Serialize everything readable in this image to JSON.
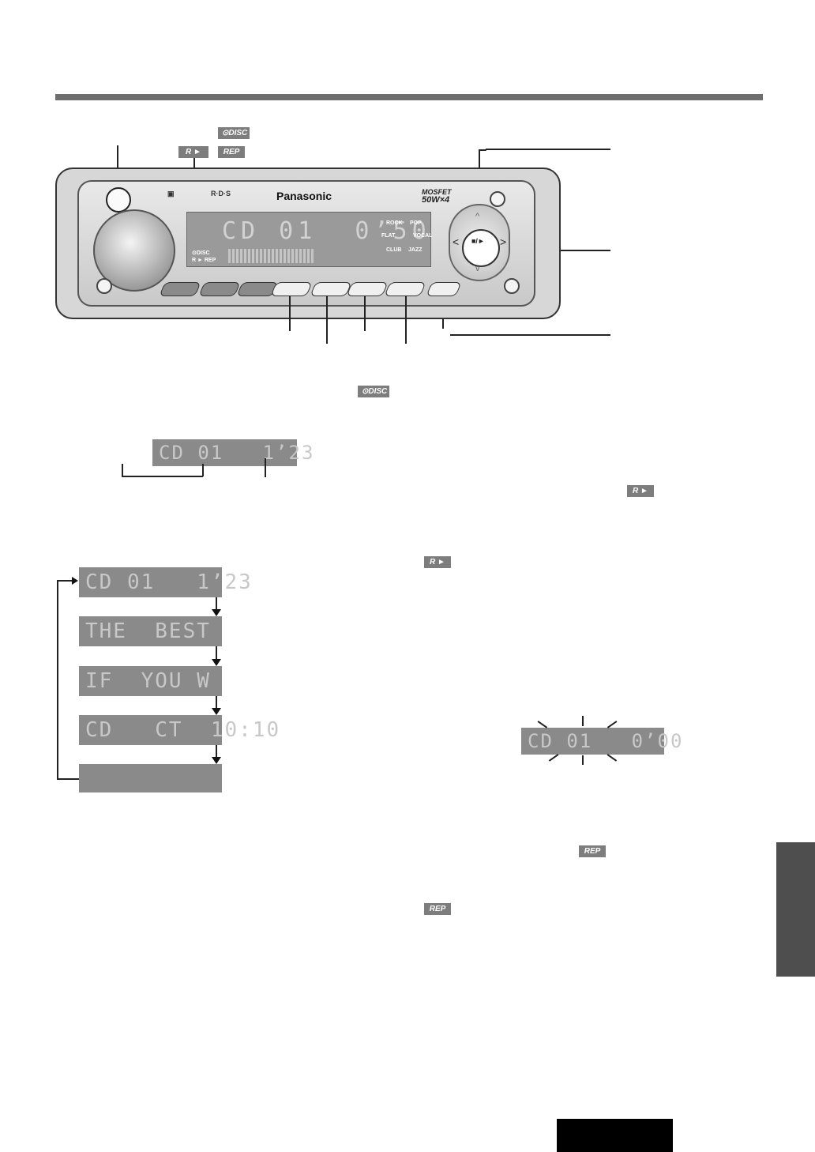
{
  "header": {
    "rule_color": "#6e6e6e"
  },
  "tags": {
    "disc": "⊙DISC",
    "random": "R ►",
    "repeat": "REP"
  },
  "unit": {
    "brand": "Panasonic",
    "mosfet": "MOSFET",
    "power_rating": "50W×4",
    "rds_logo": "R·D·S",
    "lcd_text": "CD 01  0’50",
    "lcd_disc_label": "⊙DISC",
    "lcd_mode_labels": "R ►  REP",
    "eq_modes": [
      "ROCK",
      "POP",
      "FLAT",
      "VOCAL",
      "CLUB",
      "JAZZ"
    ]
  },
  "display_example": {
    "text": "CD 01   1’23"
  },
  "cycle_displays": [
    {
      "text": "CD 01   1’23"
    },
    {
      "text": "THE  BEST"
    },
    {
      "text": "IF  YOU W"
    },
    {
      "text": "CD   CT  10:10"
    },
    {
      "text": ""
    }
  ],
  "blink_display": {
    "text": "CD 01   0’00"
  },
  "colors": {
    "lcd_bg": "#8a8a8a",
    "tag_bg": "#7d7d7d",
    "sidebar": "#4e4e4e",
    "page_box": "#000000"
  }
}
